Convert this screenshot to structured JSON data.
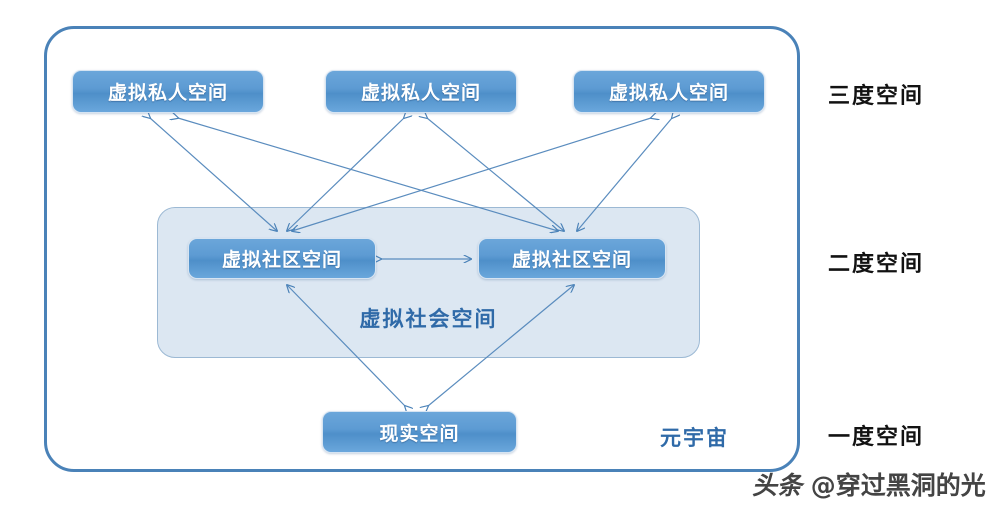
{
  "diagram": {
    "title_label": "元宇宙",
    "society_label": "虚拟社会空间",
    "nodes": {
      "private_1": "虚拟私人空间",
      "private_2": "虚拟私人空间",
      "private_3": "虚拟私人空间",
      "community_1": "虚拟社区空间",
      "community_2": "虚拟社区空间",
      "reality": "现实空间"
    },
    "tiers": [
      {
        "id": "tier-3",
        "label": "三度空间"
      },
      {
        "id": "tier-2",
        "label": "二度空间"
      },
      {
        "id": "tier-1",
        "label": "一度空间"
      }
    ],
    "colors": {
      "node_fill": "#5d9bd3",
      "node_text": "#ffffff",
      "frame_border": "#4a82b8",
      "society_fill": "#dce7f2",
      "society_border": "#9cb9d4",
      "accent_text": "#2f6aa8",
      "arrow": "#4a82b8",
      "tier_text": "#121212"
    },
    "edges": [
      {
        "from": "private_1",
        "to": "community_1",
        "style": "bidirectional"
      },
      {
        "from": "private_1",
        "to": "community_2",
        "style": "bidirectional"
      },
      {
        "from": "private_2",
        "to": "community_1",
        "style": "bidirectional"
      },
      {
        "from": "private_2",
        "to": "community_2",
        "style": "bidirectional"
      },
      {
        "from": "private_3",
        "to": "community_1",
        "style": "bidirectional"
      },
      {
        "from": "private_3",
        "to": "community_2",
        "style": "bidirectional"
      },
      {
        "from": "community_1",
        "to": "community_2",
        "style": "bidirectional"
      },
      {
        "from": "reality",
        "to": "community_1",
        "style": "bidirectional"
      },
      {
        "from": "reality",
        "to": "community_2",
        "style": "bidirectional"
      }
    ]
  },
  "watermark": {
    "source": "头条",
    "handle": "@穿过黑洞的光"
  }
}
